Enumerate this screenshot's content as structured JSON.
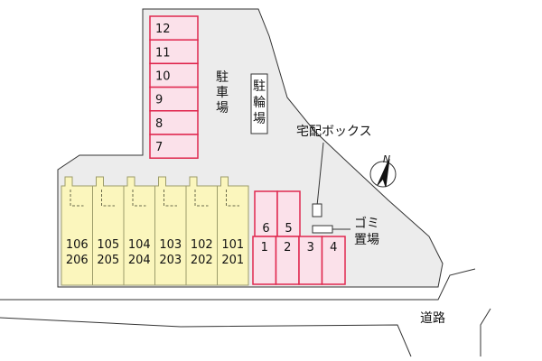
{
  "map": {
    "parking_label": "駐車場",
    "bike_parking_label": "駐輪場",
    "delivery_box_label": "宅配ボックス",
    "garbage_label_line1": "ゴミ",
    "garbage_label_line2": "置場",
    "road_label": "道路",
    "compass_letter": "N"
  },
  "parking_top": [
    "12",
    "11",
    "10",
    "9",
    "8",
    "7"
  ],
  "parking_right_upper": [
    "6",
    "5"
  ],
  "parking_right_lower": [
    "1",
    "2",
    "3",
    "4"
  ],
  "units": [
    {
      "upper": "106",
      "lower": "206"
    },
    {
      "upper": "105",
      "lower": "205"
    },
    {
      "upper": "104",
      "lower": "204"
    },
    {
      "upper": "103",
      "lower": "203"
    },
    {
      "upper": "102",
      "lower": "202"
    },
    {
      "upper": "101",
      "lower": "201"
    }
  ],
  "colors": {
    "lot": "#ececec",
    "parking_fill": "#fbe1ea",
    "parking_stroke": "#e0284f",
    "unit_fill": "#fbf6bd",
    "unit_stroke": "#9c9c6a"
  }
}
